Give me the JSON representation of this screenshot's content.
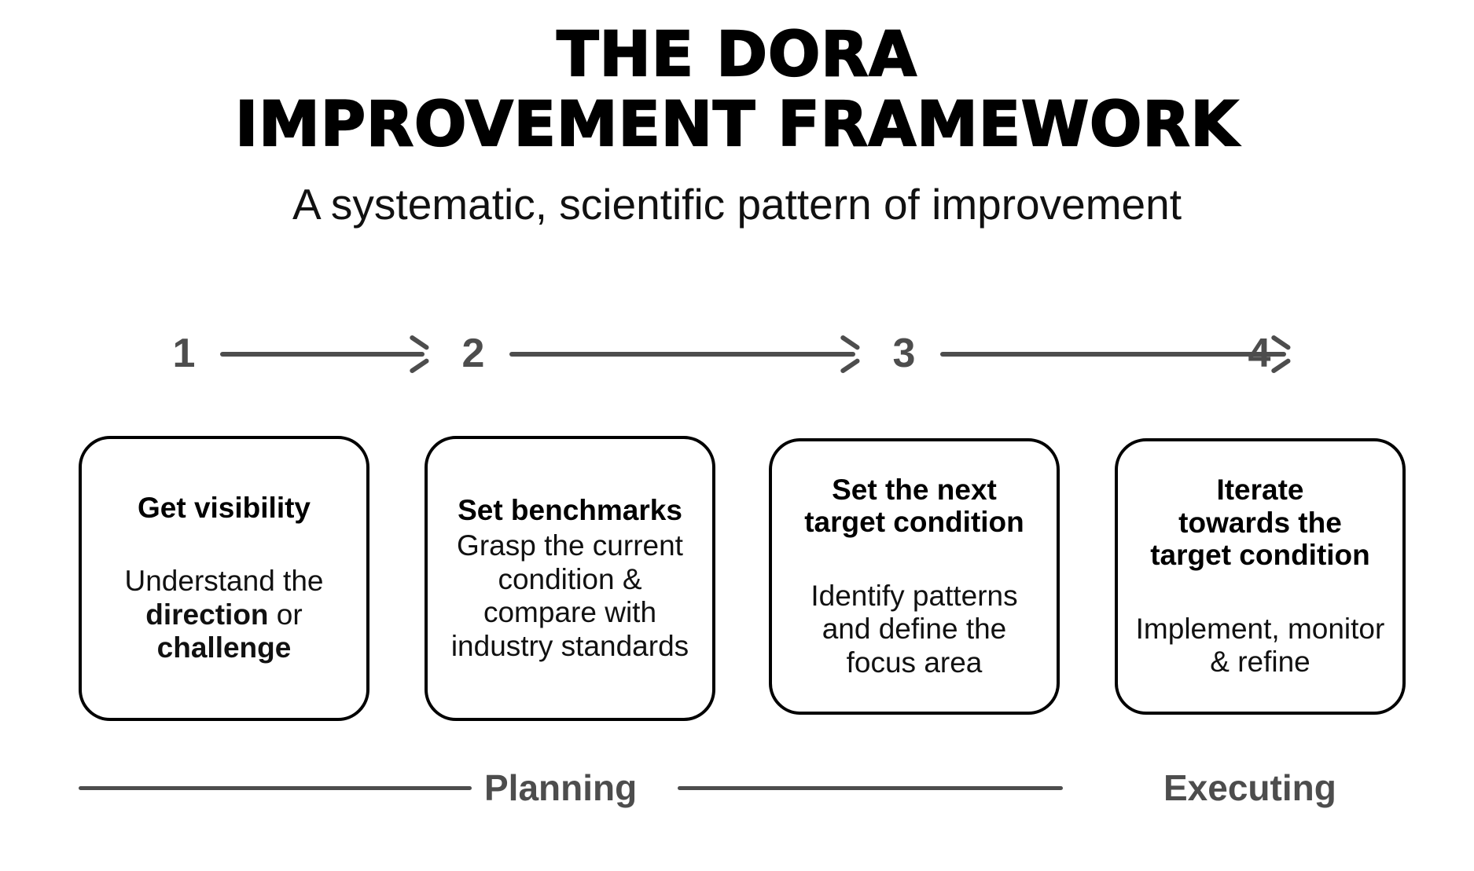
{
  "header": {
    "title_line_1": "THE DORA",
    "title_line_2": "IMPROVEMENT FRAMEWORK",
    "subtitle": "A systematic, scientific pattern of improvement"
  },
  "steps": [
    {
      "number": "1"
    },
    {
      "number": "2"
    },
    {
      "number": "3"
    },
    {
      "number": "4"
    }
  ],
  "arrows": {
    "arrow_1_to_2": "arrow-right",
    "arrow_2_to_3": "arrow-right",
    "arrow_3_to_4": "arrow-right"
  },
  "cards": [
    {
      "title": "Get visibility",
      "body_pre": "Understand the ",
      "body_bold_1": "direction",
      "body_mid": " or ",
      "body_bold_2": "challenge"
    },
    {
      "title": "Set benchmarks",
      "body": "Grasp the current condition & compare with industry standards"
    },
    {
      "title_line_1": "Set the next",
      "title_line_2": "target condition",
      "body": "Identify patterns and define the focus area"
    },
    {
      "title_line_1": "Iterate",
      "title_line_2": "towards the",
      "title_line_3": "target condition",
      "body": "Implement, monitor & refine"
    }
  ],
  "phases": {
    "planning_label": "Planning",
    "executing_label": "Executing"
  },
  "colors": {
    "background": "#ffffff",
    "text": "#000000",
    "muted": "#4d4d4d",
    "card_border": "#000000"
  }
}
